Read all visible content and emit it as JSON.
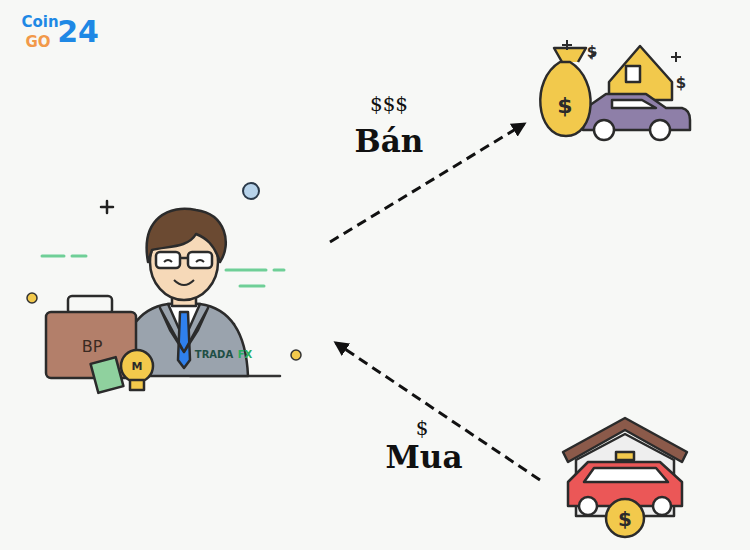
{
  "diagram": {
    "labels": [
      "Coin",
      "GO",
      "24",
      "$$$",
      "Bán",
      "$",
      "$",
      "$",
      "BP",
      "M",
      "TRADA",
      "FX",
      "$",
      "Mua",
      "$"
    ]
  }
}
